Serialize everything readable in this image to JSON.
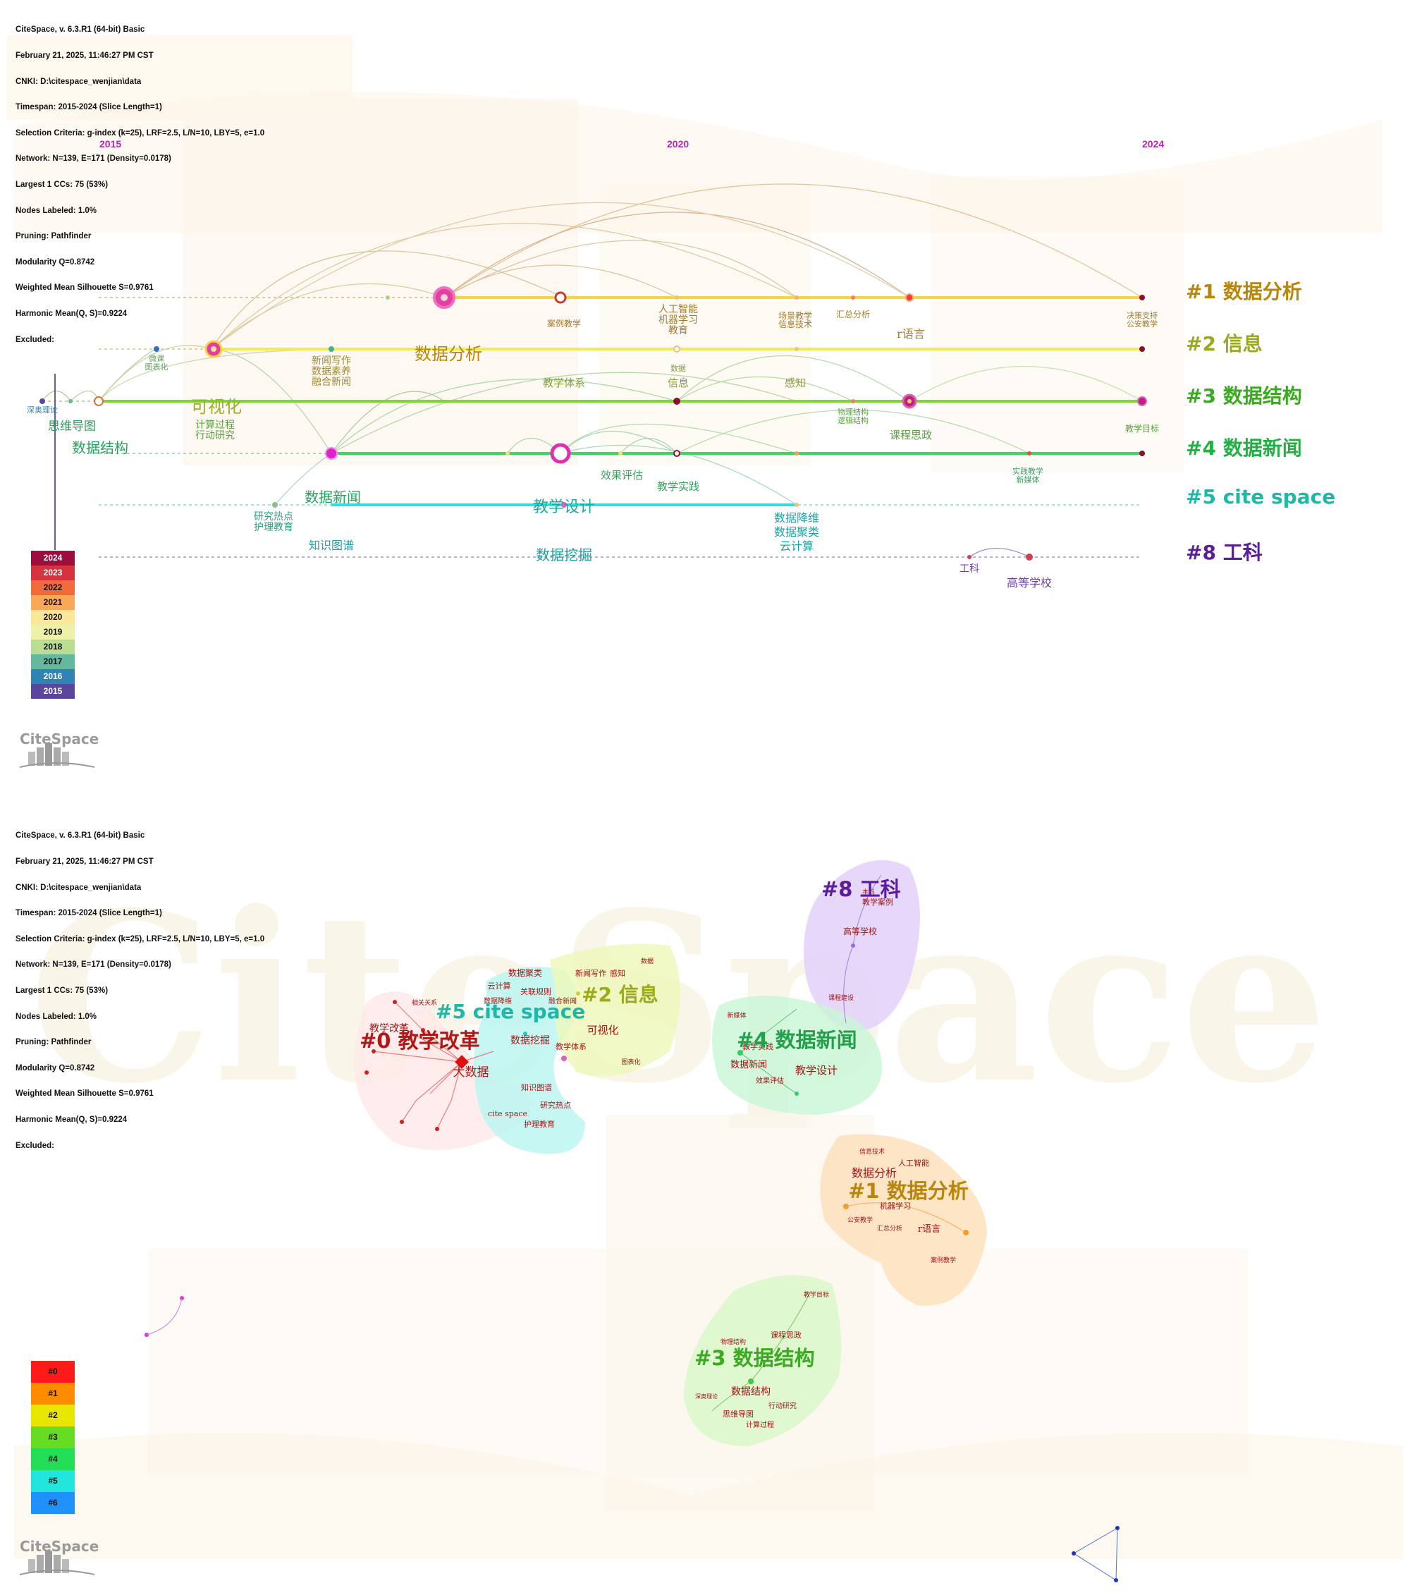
{
  "info_lines": [
    "CiteSpace, v. 6.3.R1 (64-bit) Basic",
    "February 21, 2025, 11:46:27 PM CST",
    "CNKI: D:\\citespace_wenjian\\data",
    "Timespan: 2015-2024 (Slice Length=1)",
    "Selection Criteria: g-index (k=25), LRF=2.5, L/N=10, LBY=5, e=1.0",
    "Network: N=139, E=171 (Density=0.0178)",
    "Largest 1 CCs: 75 (53%)",
    "Nodes Labeled: 1.0%",
    "Pruning: Pathfinder",
    "Modularity Q=0.8742",
    "Weighted Mean Silhouette S=0.9761",
    "Harmonic Mean(Q, S)=0.9224",
    "Excluded:"
  ],
  "timeline": {
    "years": [
      "2015",
      "2020",
      "2024"
    ],
    "clusters": [
      {
        "label": "#1 数据分析",
        "color": "#b8860b"
      },
      {
        "label": "#2 信息",
        "color": "#9aaa1a"
      },
      {
        "label": "#3 数据结构",
        "color": "#3aaa20"
      },
      {
        "label": "#4 数据新闻",
        "color": "#22b045"
      },
      {
        "label": "#5 cite space",
        "color": "#1fb8a8"
      },
      {
        "label": "#8 工科",
        "color": "#5b1e9a"
      }
    ],
    "keywords": {
      "k1": "深奥理论",
      "k2": "思维导图",
      "k3": "数据结构",
      "k4": "微课",
      "k5": "图表化",
      "k6": "可视化",
      "k7": "计算过程",
      "k8": "行动研究",
      "k9": "新闻写作",
      "k10": "数据素养",
      "k11": "融合新闻",
      "k12": "数据分析",
      "k13": "案例教学",
      "k14": "人工智能",
      "k15": "机器学习",
      "k16": "教育",
      "k17": "场景教学",
      "k18": "信息技术",
      "k19": "汇总分析",
      "k20": "r语言",
      "k21": "决策支持",
      "k22": "公安教学",
      "k23": "教学体系",
      "k24": "数据",
      "k25": "信息",
      "k26": "感知",
      "k27": "物理结构",
      "k28": "逻辑结构",
      "k29": "课程思政",
      "k30": "教学目标",
      "k31": "效果评估",
      "k32": "教学实践",
      "k33": "实践教学",
      "k34": "新媒体",
      "k35": "数据新闻",
      "k36": "研究热点",
      "k37": "护理教育",
      "k38": "教学设计",
      "k39": "知识图谱",
      "k40": "数据降维",
      "k41": "数据聚类",
      "k42": "云计算",
      "k43": "数据挖掘",
      "k44": "工科",
      "k45": "高等学校"
    },
    "legend_years": [
      "2024",
      "2023",
      "2022",
      "2021",
      "2020",
      "2019",
      "2018",
      "2017",
      "2016",
      "2015"
    ],
    "legend_colors": [
      "#9b0e3e",
      "#d5343f",
      "#f06a3c",
      "#f9a85a",
      "#fbe79a",
      "#eef2a8",
      "#b9dd92",
      "#63b89e",
      "#2f84b5",
      "#5a469c"
    ]
  },
  "cluster_view": {
    "clusters": [
      {
        "label": "#0 教学改革",
        "color": "#b01818"
      },
      {
        "label": "#5 cite space",
        "color": "#1fb8a8"
      },
      {
        "label": "#2 信息",
        "color": "#9aaa1a"
      },
      {
        "label": "#8 工科",
        "color": "#5b1e9a"
      },
      {
        "label": "#4 数据新闻",
        "color": "#22a04a"
      },
      {
        "label": "#1 数据分析",
        "color": "#b8860b"
      },
      {
        "label": "#3 数据结构",
        "color": "#3aaa20"
      }
    ],
    "keywords": {
      "c1": "大数据",
      "c2": "数据聚类",
      "c3": "云计算",
      "c4": "关联规则",
      "c5": "数据降维",
      "c6": "融合新闻",
      "c7": "数据挖掘",
      "c8": "教学体系",
      "c9": "知识图谱",
      "c10": "研究热点",
      "c11": "cite space",
      "c12": "护理教育",
      "c13": "新闻写作",
      "c14": "感知",
      "c15": "数据",
      "c16": "可视化",
      "c17": "图表化",
      "c18": "高等学校",
      "c19": "教学案例",
      "c20": "本科",
      "c21": "课程建设",
      "c22": "新媒体",
      "c23": "教学实践",
      "c24": "数据新闻",
      "c25": "教学设计",
      "c26": "效果评估",
      "c27": "数据分析",
      "c28": "人工智能",
      "c29": "机器学习",
      "c30": "r语言",
      "c31": "信息技术",
      "c32": "汇总分析",
      "c33": "公安教学",
      "c34": "案例教学",
      "c35": "教学目标",
      "c36": "物理结构",
      "c37": "课程思政",
      "c38": "数据结构",
      "c39": "思维导图",
      "c40": "行动研究",
      "c41": "计算过程",
      "c42": "深奥理论",
      "c43": "相关关系",
      "c44": "教学改革"
    },
    "legend": [
      "#0",
      "#1",
      "#2",
      "#3",
      "#4",
      "#5",
      "#6"
    ],
    "legend_colors": [
      "#ff1a1a",
      "#ff8c00",
      "#e6e600",
      "#66dd22",
      "#22dd55",
      "#22e5dd",
      "#1e90ff"
    ]
  },
  "logo_text": "CiteSpace"
}
